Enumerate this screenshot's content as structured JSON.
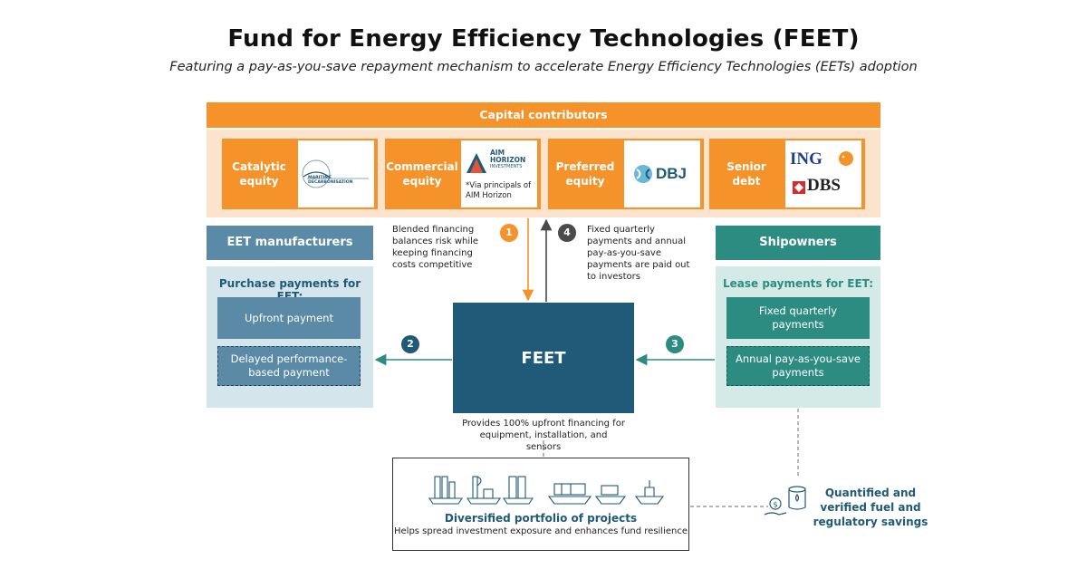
{
  "header": {
    "title": "Fund for Energy Efficiency Technologies (FEET)",
    "subtitle": "Featuring a pay-as-you-save repayment mechanism to accelerate Energy Efficiency Technologies (EETs) adoption"
  },
  "capital_contributors": {
    "label": "Capital contributors",
    "items": [
      {
        "label": "Catalytic equity",
        "logo_text": "MARITIME DECARBONISATION"
      },
      {
        "label": "Commercial equity",
        "logo_line1": "AIM",
        "logo_line2": "HORIZON",
        "logo_line3": "INVESTMENTS",
        "note": "*Via principals of AIM Horizon"
      },
      {
        "label": "Preferred equity",
        "logo_text": "DBJ"
      },
      {
        "label": "Senior debt",
        "logo_text1": "ING",
        "logo_text2": "DBS"
      }
    ]
  },
  "steps": {
    "s1": {
      "num": "1",
      "text": "Blended financing balances risk while keeping financing costs competitive"
    },
    "s2": {
      "num": "2"
    },
    "s3": {
      "num": "3"
    },
    "s4": {
      "num": "4",
      "text": "Fixed quarterly payments and annual pay-as-you-save payments are paid out to investors"
    }
  },
  "eet_manufacturers": {
    "title": "EET manufacturers",
    "panel_title": "Purchase payments for EET:",
    "box1": "Upfront payment",
    "box2": "Delayed performance-based payment"
  },
  "shipowners": {
    "title": "Shipowners",
    "panel_title": "Lease payments for EET:",
    "box1": "Fixed quarterly payments",
    "box2": "Annual pay-as-you-save payments"
  },
  "feet": {
    "label": "FEET",
    "note": "Provides 100% upfront financing for equipment, installation, and sensors"
  },
  "portfolio": {
    "title": "Diversified portfolio of projects",
    "subtitle": "Helps spread investment exposure and enhances fund resilience"
  },
  "savings": {
    "text": "Quantified and verified fuel and regulatory savings"
  },
  "colors": {
    "orange": "#f5922a",
    "orange_light": "#fbe3cd",
    "steel_blue": "#5a8aa5",
    "steel_blue_light": "#d5e5ec",
    "teal": "#2d8c82",
    "teal_light": "#d3eae6",
    "navy": "#1f5a78",
    "dark_grey": "#4a4a4a"
  },
  "icons": [
    "arrow-down-icon",
    "arrow-up-icon",
    "arrow-left-icon",
    "ship-icons",
    "coin-hand-icon",
    "fuel-barrel-icon"
  ]
}
